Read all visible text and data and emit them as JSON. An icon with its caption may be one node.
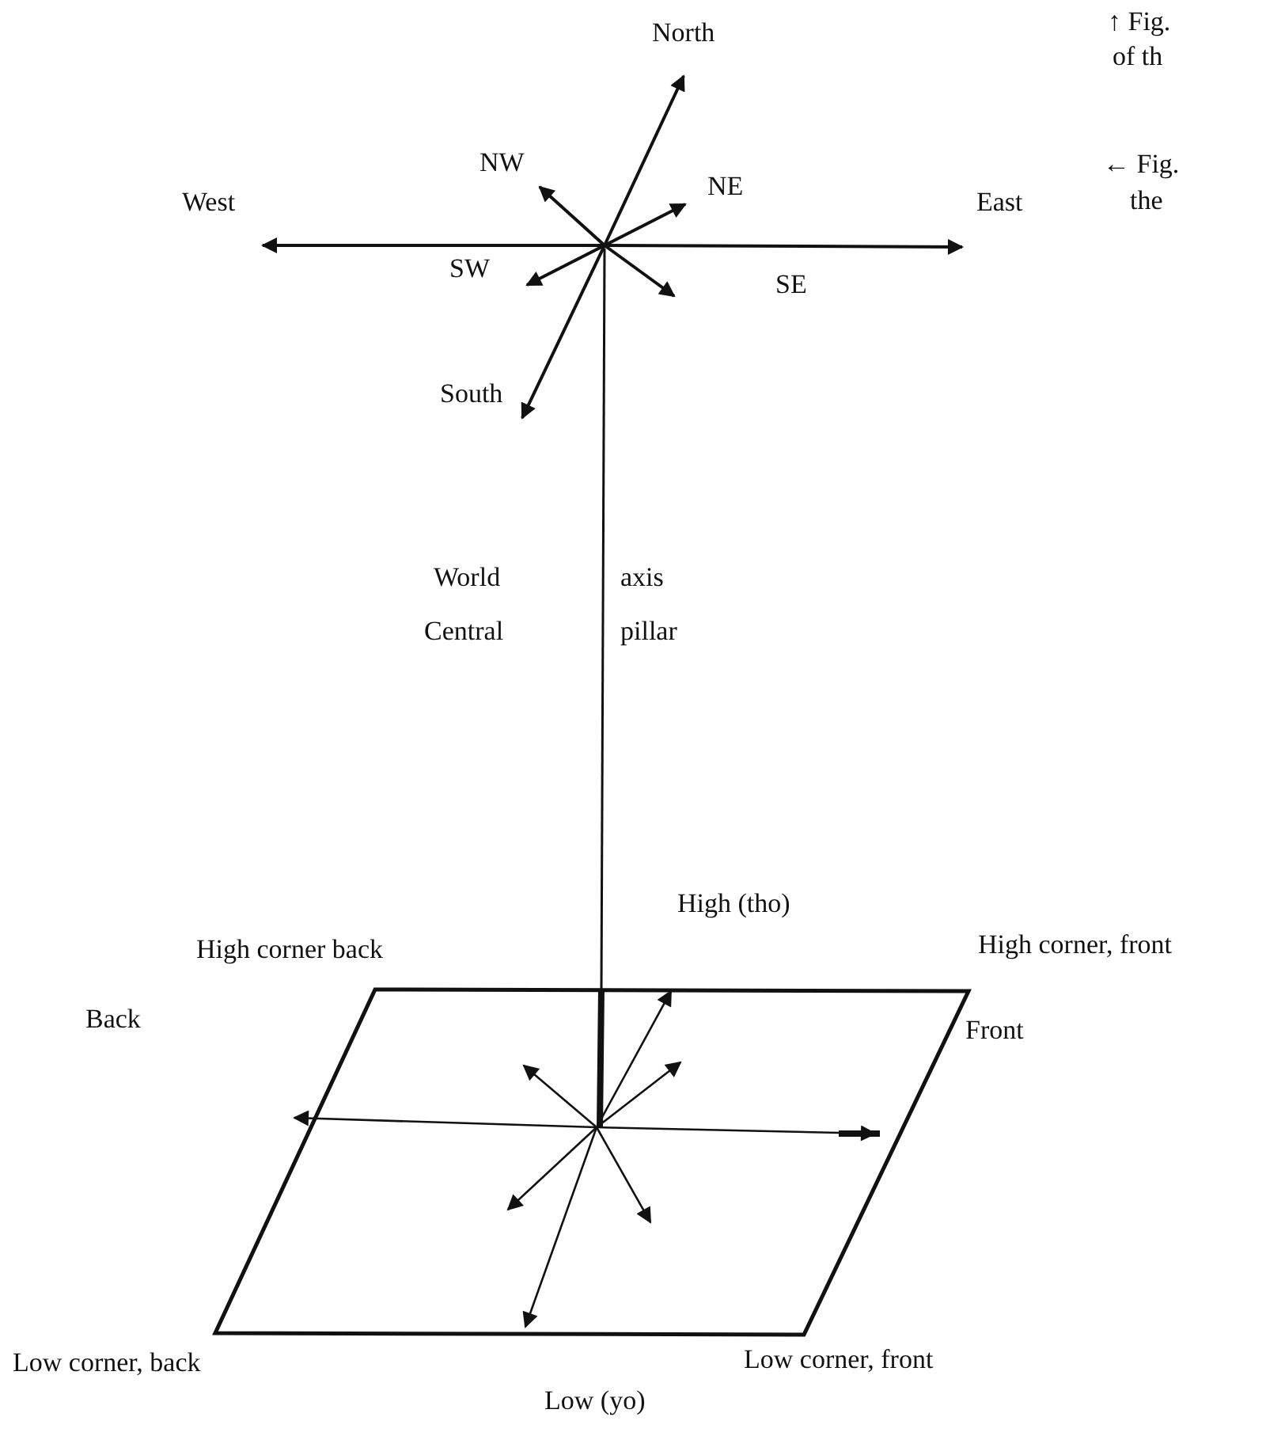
{
  "diagram": {
    "labels": [
      "North",
      "↑ Fig.",
      "of th",
      "NW",
      "← Fig.",
      "NE",
      "West",
      "East",
      "the",
      "SW",
      "SE",
      "South",
      "World",
      "axis",
      "Central",
      "pillar",
      "High (tho)",
      "High corner back",
      "High corner, front",
      "Back",
      "Front",
      "Low corner, back",
      "Low corner, front",
      "Low (yo)"
    ]
  }
}
